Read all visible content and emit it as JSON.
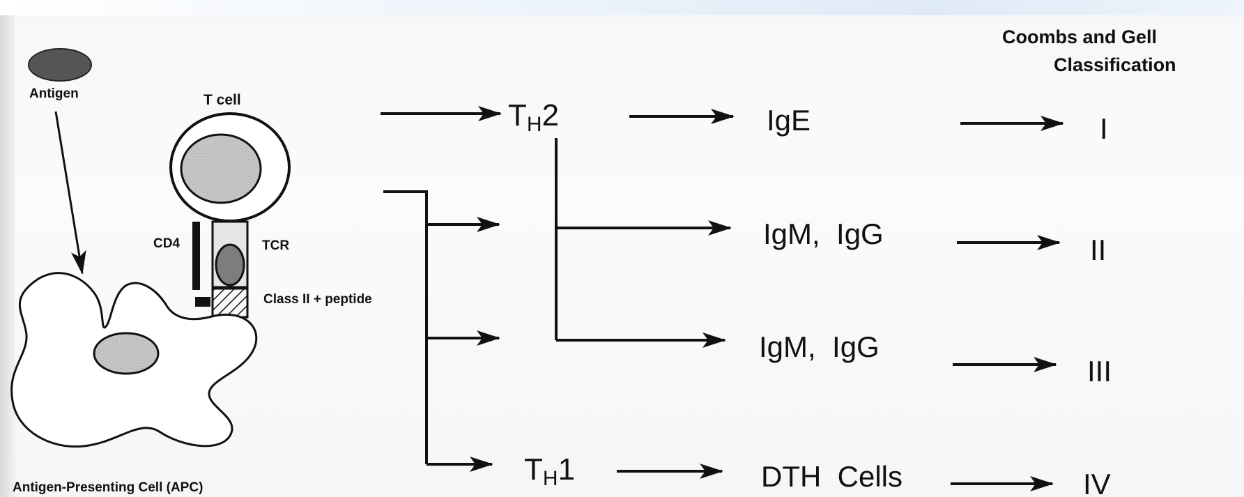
{
  "labels": {
    "antigen": "Antigen",
    "t_cell": "T cell",
    "cd4": "CD4",
    "tcr": "TCR",
    "class_ii": "Class II + peptide",
    "apc": "Antigen-Presenting Cell (APC)",
    "classification_line1": "Coombs and Gell",
    "classification_line2": "Classification"
  },
  "th2": {
    "main": "T",
    "sub": "H",
    "num": "2"
  },
  "th1": {
    "main": "T",
    "sub": "H",
    "num": "1"
  },
  "responses": {
    "ige": "IgE",
    "igm_igg_1": "IgM,  IgG",
    "igm_igg_2": "IgM,  IgG",
    "dth": "DTH  Cells"
  },
  "classes": {
    "type_1": "I",
    "type_2": "II",
    "type_3": "III",
    "type_4": "IV"
  }
}
